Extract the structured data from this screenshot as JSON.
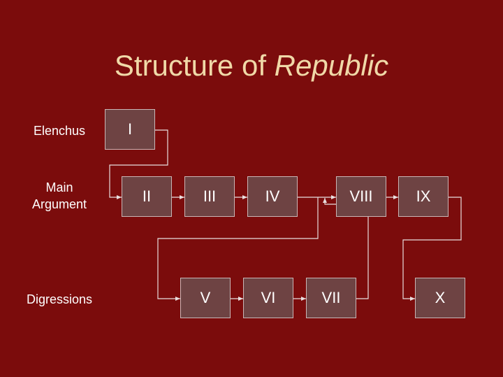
{
  "title": {
    "main": "Structure of ",
    "italic": "Republic"
  },
  "rows": {
    "elenchus": "Elenchus",
    "main_line1": "Main",
    "main_line2": "Argument",
    "digressions": "Digressions"
  },
  "books": {
    "I": "I",
    "II": "II",
    "III": "III",
    "IV": "IV",
    "V": "V",
    "VI": "VI",
    "VII": "VII",
    "VIII": "VIII",
    "IX": "IX",
    "X": "X"
  },
  "colors": {
    "background": "#7b0c0c",
    "title": "#f0d9a8",
    "box_fill": "#6e4343",
    "box_border": "#c9b6b6",
    "connector": "#e8dede"
  }
}
